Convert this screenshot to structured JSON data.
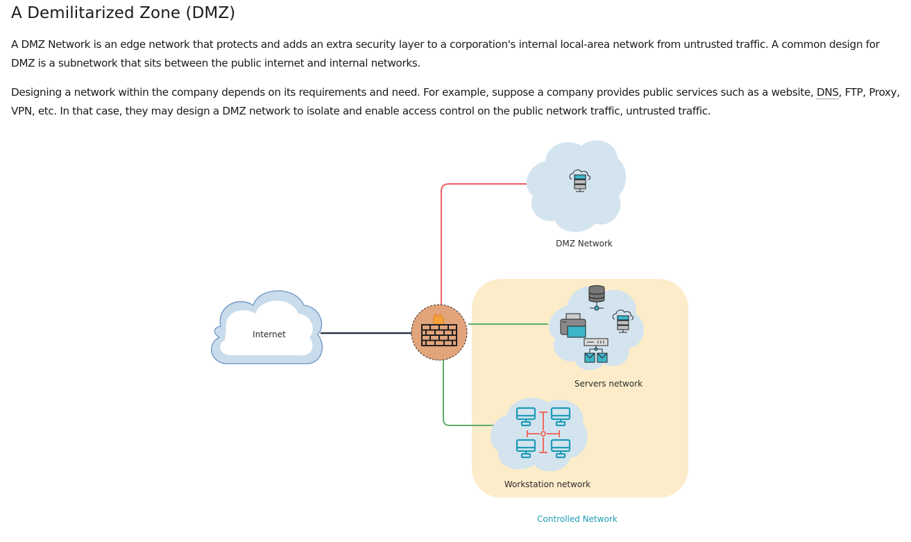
{
  "page": {
    "title": "A Demilitarized Zone (DMZ)",
    "paragraphs": [
      {
        "text": "A DMZ Network is an edge network that protects and adds an extra security layer to a corporation's internal local-area network from untrusted traffic. A common design for DMZ is a subnetwork that sits between the public internet and internal networks."
      },
      {
        "abbr": "DNS",
        "before": "Designing a network within the company depends on its requirements and need. For example, suppose a company provides public services such as a website, ",
        "after": ", FTP, Proxy, VPN, etc. In that case, they may design a DMZ network to isolate and enable access control on the public network traffic, untrusted traffic."
      }
    ]
  },
  "diagram": {
    "nodes": {
      "internet": {
        "label": "Internet",
        "icon": "cloud-icon"
      },
      "firewall": {
        "label": "",
        "icon": "firewall-icon"
      },
      "dmz": {
        "label": "DMZ Network",
        "icon": "cloud-server-icon"
      },
      "servers": {
        "label": "Servers network",
        "icons": [
          "database-icon",
          "printer-icon",
          "cloud-server-icon",
          "mail-server-icon"
        ]
      },
      "workstations": {
        "label": "Workstation network",
        "icon": "workstation-network-icon"
      },
      "controlled": {
        "label": "Controlled Network"
      }
    },
    "links": [
      {
        "from": "internet",
        "to": "firewall",
        "color": "#2d3446"
      },
      {
        "from": "firewall",
        "to": "dmz",
        "color": "#ee5a5e"
      },
      {
        "from": "firewall",
        "to": "servers",
        "color": "#5cad6a"
      },
      {
        "from": "firewall",
        "to": "workstations",
        "color": "#5cad6a"
      }
    ],
    "colors": {
      "cloud_fill": "#d3e4ef",
      "controlled_fill": "#fcecc9",
      "firewall_fill": "#e2a47b",
      "accent_teal": "#1e9bb5",
      "accent_red": "#ee5a5e"
    }
  }
}
